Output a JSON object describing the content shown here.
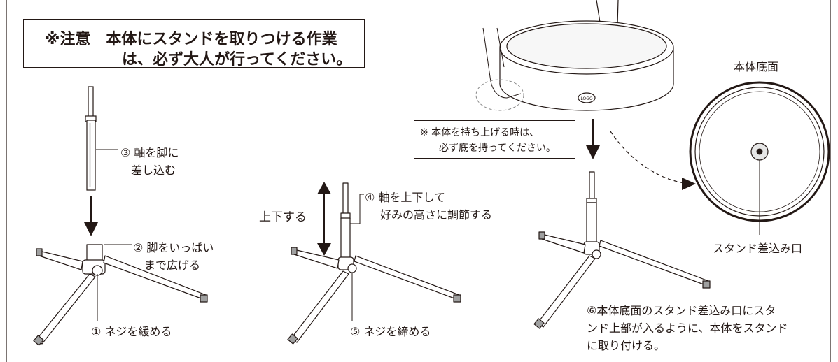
{
  "warning": {
    "line1_prefix": "※注意",
    "line1_main": "本体にスタンドを取りつける作業",
    "line2": "は、必ず大人が行ってください。"
  },
  "steps": {
    "step3": {
      "line1": "③ 軸を脚に",
      "line2": "差し込む"
    },
    "step2": {
      "line1": "② 脚をいっぱい",
      "line2": "まで広げる"
    },
    "step1": "① ネジを緩める",
    "updown": "上下する",
    "step4": {
      "line1": "④ 軸を上下して",
      "line2": "好みの高さに調節する"
    },
    "step5": "⑤ ネジを締める",
    "step6": {
      "line1": "⑥本体底面のスタンド差込み口にスタ",
      "line2": "ンド上部が入るように、本体をスタンド",
      "line3": "に取り付ける。"
    }
  },
  "lift_note": {
    "line1": "※ 本体を持ち上げる時は、",
    "line2": "必ず底を持ってください。"
  },
  "bottom_view": {
    "title": "本体底面",
    "socket_label": "スタンド差込み口"
  },
  "colors": {
    "ink": "#231815",
    "light_gray": "#e6e6e6",
    "mid_gray": "#9fa0a0",
    "dash_gray": "#8c8c8c"
  }
}
